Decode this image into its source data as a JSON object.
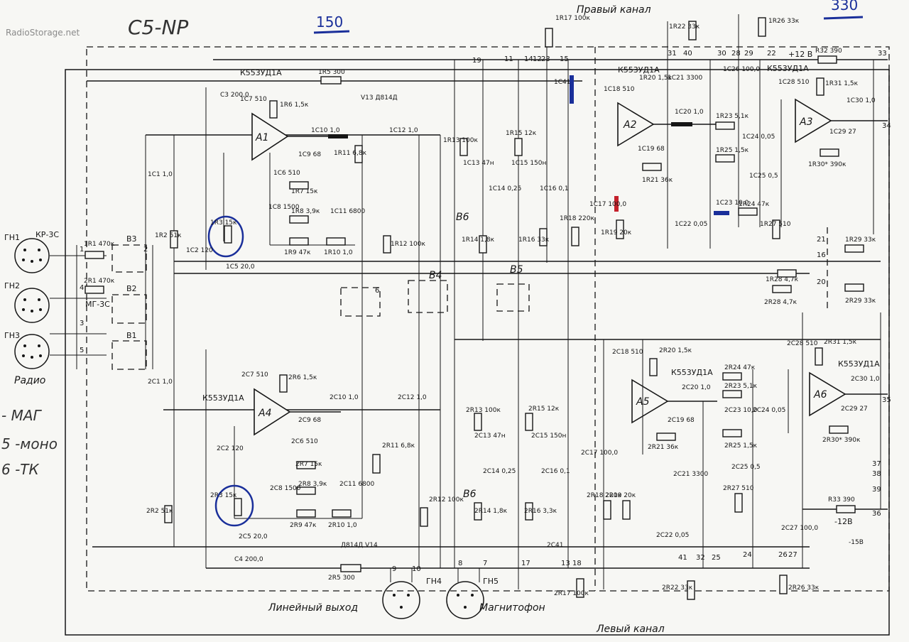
{
  "watermark": "RadioStorage.net",
  "handwritten": {
    "top_note": "C5-NP",
    "left_notes": [
      "- МАГ",
      "5 -моно",
      "6 -ТК"
    ],
    "num_150": "150",
    "num_330": "330",
    "note_15v": "-15В"
  },
  "channels": {
    "right": "Правый канал",
    "left": "Левый канал"
  },
  "connectors": {
    "gn1": "ГН1",
    "gn2": "ГН2",
    "gn3": "ГН3",
    "gn4": "ГН4",
    "gn5": "ГН5",
    "kr3s": "КР-3С",
    "mg3s": "МГ-3С",
    "radio": "Радио",
    "line_out": "Линейный выход",
    "tape": "Магнитофон"
  },
  "chips": {
    "a1": "А1",
    "a2": "А2",
    "a3": "А3",
    "a4": "А4",
    "a5": "А5",
    "a6": "А6",
    "type": "К553УД1А"
  },
  "switches": {
    "v1": "В1",
    "v2": "В2",
    "v3": "В3",
    "v4": "В4",
    "v5": "В5",
    "v6": "В6"
  },
  "components": {
    "1R1": "1R1 470к",
    "2R1": "2R1 470к",
    "1R2": "1R2 51к",
    "2R2": "2R2 51к",
    "1R5": "1R5 300",
    "2R5": "2R5 300",
    "V13": "V13 Д814Д",
    "V14": "Д814Д V14",
    "1C1": "1C1 1,0",
    "2C1": "2C1 1,0",
    "1C2": "1C2 120",
    "2C2": "2C2 120",
    "C3": "C3 200,0",
    "C4": "C4 200,0",
    "1C5": "1C5 20,0",
    "2C5": "2C5 20,0",
    "1R3": "1R3 15к",
    "2R3": "2R3 15к",
    "1R6": "1R6 1,5к",
    "2R6": "2R6 1,5к",
    "1R7": "1R7 15к",
    "2R7": "2R7 15к",
    "1R8": "1R8 3,9к",
    "2R8": "2R8 3,9к",
    "1R9": "1R9 47к",
    "2R9": "2R9 47к",
    "1R10": "1R10 1,0",
    "2R10": "2R10 1,0",
    "1R11": "1R11 6,8к",
    "2R11": "2R11 6,8к",
    "1R12": "1R12 100к",
    "2R12": "2R12 100к",
    "1C8": "1C8 1500",
    "2C8": "2C8 1500",
    "1C11": "1C11 6800",
    "2C11": "2C11 6800",
    "1C10": "1C10 1,0",
    "2C10": "2C10 1,0",
    "1C12": "1C12 1,0",
    "2C12": "2C12 1,0",
    "1R13": "1R13 100к",
    "2R13": "2R13 100к",
    "1R15": "1R15 12к",
    "2R15": "2R15 12к",
    "1R14": "1R14 1,8к",
    "2R14": "2R14 1,8к",
    "1R16": "1R16 33к",
    "2R16": "2R16 3,3к",
    "1C13": "1C13 47н",
    "2C13": "2C13 47н",
    "1C15": "1C15 150н",
    "2C15": "2C15 150н",
    "1C14": "1C14 0,25",
    "2C14": "2C14 0,25",
    "1C16": "1C16 0,1",
    "2C16": "2C16 0,1",
    "1R17": "1R17 100к",
    "2R17": "2R17 100к",
    "1R18": "1R18 220к",
    "2R18": "2R18 220к",
    "1R19": "1R19 20к",
    "2R19": "2R19 20к",
    "1C17": "1C17 100,0",
    "2C17": "2C17 100,0",
    "1C18": "1C18 510",
    "2C18": "2C18 510",
    "1C19": "1C19 68",
    "2C19": "2C19 68",
    "1R20": "1R20 1,5к",
    "2R20": "2R20 1,5к",
    "1R21": "1R21 36к",
    "2R21": "2R21 36к",
    "1C20": "1C20 1,0",
    "2C20": "2C20 1,0",
    "1R22": "1R22 33к",
    "2R22": "2R22 33к",
    "1C21": "1C21 3300",
    "2C21": "2C21 3300",
    "1C22": "1C22 0,05",
    "2C22": "2C22 0,05",
    "1R23": "1R23 5,1к",
    "2R23": "2R23 5,1к",
    "1C24": "1C24 0,05",
    "2C24": "2C24 0,05",
    "1R25": "1R25 1,5к",
    "2R25": "2R25 1,5к",
    "1C25": "1C25 0,5",
    "2C25": "2C25 0,5",
    "1C23": "1C23 10,0",
    "2C23": "2C23 10,0",
    "1R24": "1R24 47к",
    "2R24": "2R24 47к",
    "1R27": "1R27 510",
    "2R27": "2R27 510",
    "1R26": "1R26 33к",
    "2R26": "2R26 33к",
    "1C26": "1C26 100,0",
    "2C27": "2C27 100,0",
    "1C28": "1C28 510",
    "2C28": "2C28 510",
    "1R31": "1R31 1,5к",
    "2R31": "2R31 1,5к",
    "1C29": "1C29 27",
    "2C29": "2C29 27",
    "1R30": "1R30* 390к",
    "2R30": "2R30* 390к",
    "1C30": "1C30 1,0",
    "2C30": "2C30 1,0",
    "R32": "R32 390",
    "R33": "R33 390",
    "1R28": "1R28 4,7к",
    "2R28": "2R28 4,7к",
    "1R29": "1R29 33к",
    "2R29": "2R29 33к",
    "1C6": "1C6 510",
    "2C6": "2C6 510",
    "1C7": "1C7 510",
    "2C7": "2C7 510",
    "1C9": "1C9 68",
    "2C9": "2C9 68",
    "2C41": "2C41",
    "1C41": "1C41"
  },
  "terminals": {
    "t1": "1",
    "t2": "2",
    "t3": "3",
    "t4": "4",
    "t5": "5",
    "t9": "9",
    "t10": "10",
    "t11": "11",
    "t13": "13",
    "t14": "14",
    "t15": "15",
    "t16": "16",
    "t17": "17",
    "t18": "18",
    "t19": "19",
    "t20": "20",
    "t21": "21",
    "t22": "22",
    "t23": "23",
    "t24": "24",
    "t25": "25",
    "t27": "27",
    "t28": "28",
    "t29": "29",
    "t30": "30",
    "t31": "31",
    "t32": "32",
    "t33": "33",
    "t34": "34",
    "t35": "35",
    "t36": "36",
    "t37": "37",
    "t38": "38",
    "t39": "39",
    "t40": "40",
    "t41": "41",
    "t6": "6",
    "t7": "7",
    "t8": "8",
    "t12": "12",
    "t26": "26"
  },
  "supply": {
    "plus": "+12 В",
    "minus": "-12В"
  }
}
